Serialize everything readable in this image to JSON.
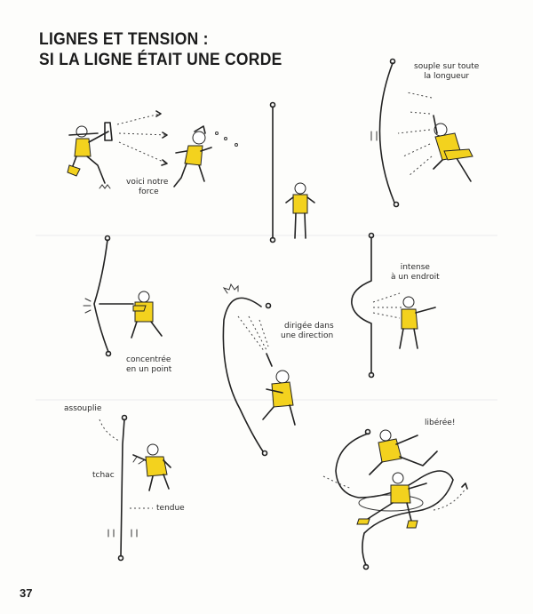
{
  "title": {
    "line1": "LIGNES ET TENSION :",
    "line2": "SI LA LIGNE ÉTAIT UNE CORDE"
  },
  "labels": {
    "force": [
      "voici notre",
      "force"
    ],
    "souple": [
      "souple sur toute",
      "la longueur"
    ],
    "concentree": [
      "concentrée",
      "en un point"
    ],
    "dirigee": [
      "dirigée dans",
      "une direction"
    ],
    "intense": [
      "intense",
      "à un endroit"
    ],
    "assouplie": "assouplie",
    "tchac": "tchac",
    "tendue": "tendue",
    "liberee": "libérée!"
  },
  "page_number": "37",
  "colors": {
    "accent": "#f3d21e",
    "ink": "#222222"
  }
}
